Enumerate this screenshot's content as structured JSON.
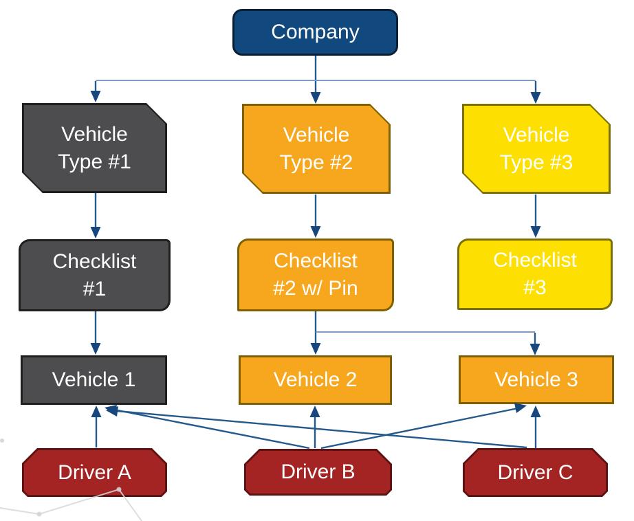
{
  "diagram": {
    "nodes": {
      "company": {
        "label": "Company"
      },
      "vehicle_type_1": {
        "label": "Vehicle\nType #1"
      },
      "vehicle_type_2": {
        "label": "Vehicle\nType #2"
      },
      "vehicle_type_3": {
        "label": "Vehicle\nType #3"
      },
      "checklist_1": {
        "label": "Checklist\n#1"
      },
      "checklist_2": {
        "label": "Checklist\n#2 w/ Pin"
      },
      "checklist_3": {
        "label": "Checklist\n#3"
      },
      "vehicle_1": {
        "label": "Vehicle 1"
      },
      "vehicle_2": {
        "label": "Vehicle 2"
      },
      "vehicle_3": {
        "label": "Vehicle 3"
      },
      "driver_a": {
        "label": "Driver A"
      },
      "driver_b": {
        "label": "Driver B"
      },
      "driver_c": {
        "label": "Driver C"
      }
    },
    "edges": [
      {
        "from": "company",
        "to": "vehicle_type_1"
      },
      {
        "from": "company",
        "to": "vehicle_type_2"
      },
      {
        "from": "company",
        "to": "vehicle_type_3"
      },
      {
        "from": "vehicle_type_1",
        "to": "checklist_1"
      },
      {
        "from": "vehicle_type_2",
        "to": "checklist_2"
      },
      {
        "from": "vehicle_type_3",
        "to": "checklist_3"
      },
      {
        "from": "checklist_1",
        "to": "vehicle_1"
      },
      {
        "from": "checklist_2",
        "to": "vehicle_2"
      },
      {
        "from": "checklist_2",
        "to": "vehicle_3"
      },
      {
        "from": "driver_a",
        "to": "vehicle_1"
      },
      {
        "from": "driver_b",
        "to": "vehicle_1"
      },
      {
        "from": "driver_b",
        "to": "vehicle_2"
      },
      {
        "from": "driver_b",
        "to": "vehicle_3"
      },
      {
        "from": "driver_c",
        "to": "vehicle_1"
      },
      {
        "from": "driver_c",
        "to": "vehicle_3"
      }
    ],
    "colors": {
      "company_fill": "#11497E",
      "company_border": "#0B1F36",
      "gray_fill": "#4D4D4F",
      "gray_border": "#1F1F1F",
      "orange_fill": "#F7A71E",
      "orange_border": "#7F6000",
      "yellow_fill": "#FDE001",
      "yellow_border": "#7C7000",
      "red_fill": "#A32422",
      "red_border": "#5E1212",
      "connector": "#24598C",
      "connector_light": "#7C9CC5",
      "arrowhead": "#17477C"
    }
  }
}
